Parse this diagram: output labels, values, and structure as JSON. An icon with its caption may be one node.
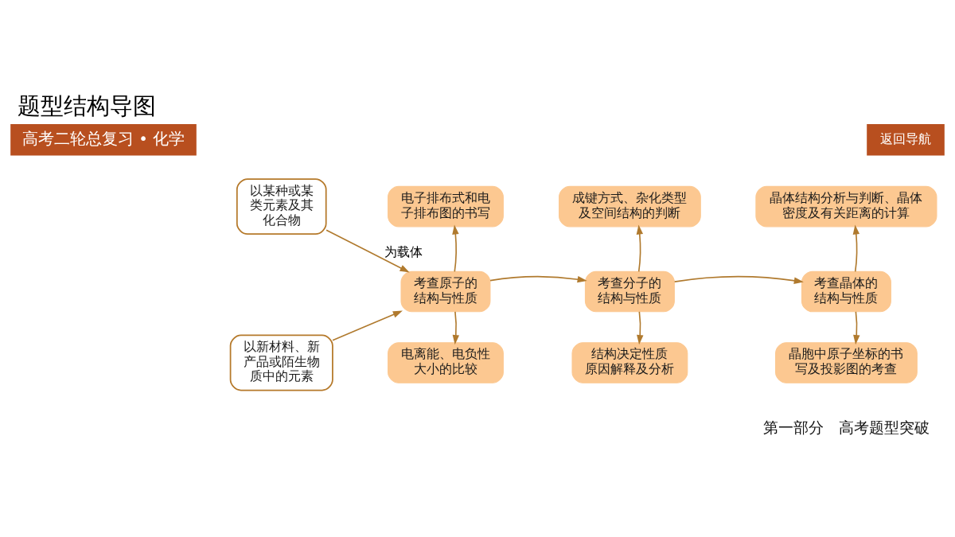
{
  "diagram": {
    "title": "题型结构导图",
    "nodes": [
      {
        "text": [
          "以某种或某类元素及其化合物"
        ]
      },
      {
        "text": [
          "以新材料、新产品或陌生物质中的元素"
        ]
      },
      {
        "text": [
          "考查原子的结构与性质"
        ]
      },
      {
        "text": [
          "电子排布式和电子排布图的书写"
        ]
      },
      {
        "text": [
          "电离能、电负性大小的比较"
        ]
      },
      {
        "text": [
          "考查分子的结构与性质"
        ]
      },
      {
        "text": [
          "成键方式、杂化类型及空间结构的判断"
        ]
      },
      {
        "text": [
          "结构决定性质原因解释及分析"
        ]
      },
      {
        "text": [
          "考查晶体的结构与性质"
        ]
      },
      {
        "text": [
          "晶体结构分析与判断、晶体密度及有关距离的计算"
        ]
      },
      {
        "text": [
          "晶胞中原子坐标的书写及投影图的考查"
        ]
      }
    ],
    "edges": [
      {
        "from": 0,
        "to": 2,
        "arrow": "to",
        "label": "为载体"
      },
      {
        "from": 1,
        "to": 2,
        "arrow": "to"
      },
      {
        "from": 2,
        "to": 3,
        "arrow": "to"
      },
      {
        "from": 2,
        "to": 4,
        "arrow": "to"
      },
      {
        "from": 2,
        "to": 5,
        "arrow": "to"
      },
      {
        "from": 5,
        "to": 6,
        "arrow": "to"
      },
      {
        "from": 5,
        "to": 7,
        "arrow": "to"
      },
      {
        "from": 5,
        "to": 8,
        "arrow": "to"
      },
      {
        "from": 8,
        "to": 9,
        "arrow": "to"
      },
      {
        "from": 8,
        "to": 10,
        "arrow": "to"
      }
    ],
    "labels": [
      "高考二轮总复习 • 化学",
      "返回导航",
      "第一部分　高考题型突破"
    ]
  }
}
